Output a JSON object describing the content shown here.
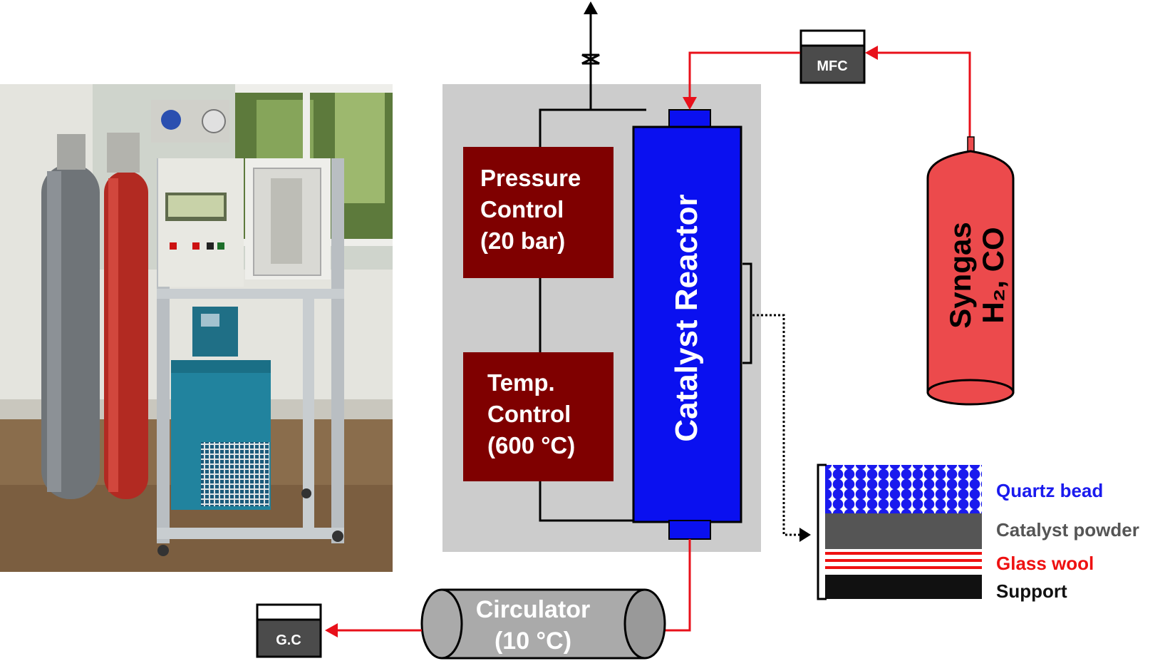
{
  "diagram": {
    "pressure_control": [
      "Pressure",
      "Control",
      "(20 bar)"
    ],
    "temp_control": [
      "Temp.",
      "Control",
      "(600 °C)"
    ],
    "reactor_label": "Catalyst Reactor",
    "mfc_label": "MFC",
    "gc_label": "G.C",
    "circulator": [
      "Circulator",
      "(10 °C)"
    ],
    "cylinder": {
      "line1": "Syngas",
      "line2": "H₂, CO"
    },
    "bed_legend": [
      {
        "label": "Quartz bead",
        "color": "#1a1aee"
      },
      {
        "label": "Catalyst powder",
        "color": "#555555"
      },
      {
        "label": "Glass wool",
        "color": "#ee1111"
      },
      {
        "label": "Support",
        "color": "#111111"
      }
    ]
  },
  "colors": {
    "control_box": "#7f0000",
    "reactor": "#0a10f0",
    "panel": "#cccccc",
    "gas_line": "#e8101a",
    "cylinder": "#ec4a4c"
  }
}
